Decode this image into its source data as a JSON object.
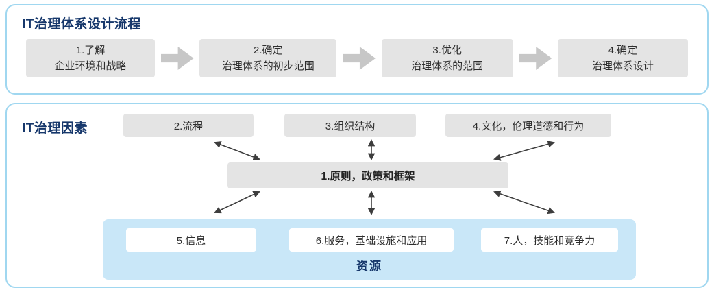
{
  "process_panel": {
    "title": "IT治理体系设计流程",
    "steps": [
      {
        "line1": "1.了解",
        "line2": "企业环境和战略"
      },
      {
        "line1": "2.确定",
        "line2": "治理体系的初步范围"
      },
      {
        "line1": "3.优化",
        "line2": "治理体系的范围"
      },
      {
        "line1": "4.确定",
        "line2": "治理体系设计"
      }
    ]
  },
  "factors_panel": {
    "title": "IT治理因素",
    "top_factors": [
      "2.流程",
      "3.组织结构",
      "4.文化，伦理道德和行为"
    ],
    "center_factor": "1.原则，政策和框架",
    "resources": {
      "items": [
        "5.信息",
        "6.服务，基础设施和应用",
        "7.人，技能和竞争力"
      ],
      "label": "资源"
    }
  },
  "colors": {
    "panel_border": "#a0d7f0",
    "title_text": "#16376b",
    "box_gray": "#e4e4e4",
    "block_arrow": "#c7c7c7",
    "resource_bg": "#c9e7f8",
    "arrow_line": "#3d3d3d"
  }
}
